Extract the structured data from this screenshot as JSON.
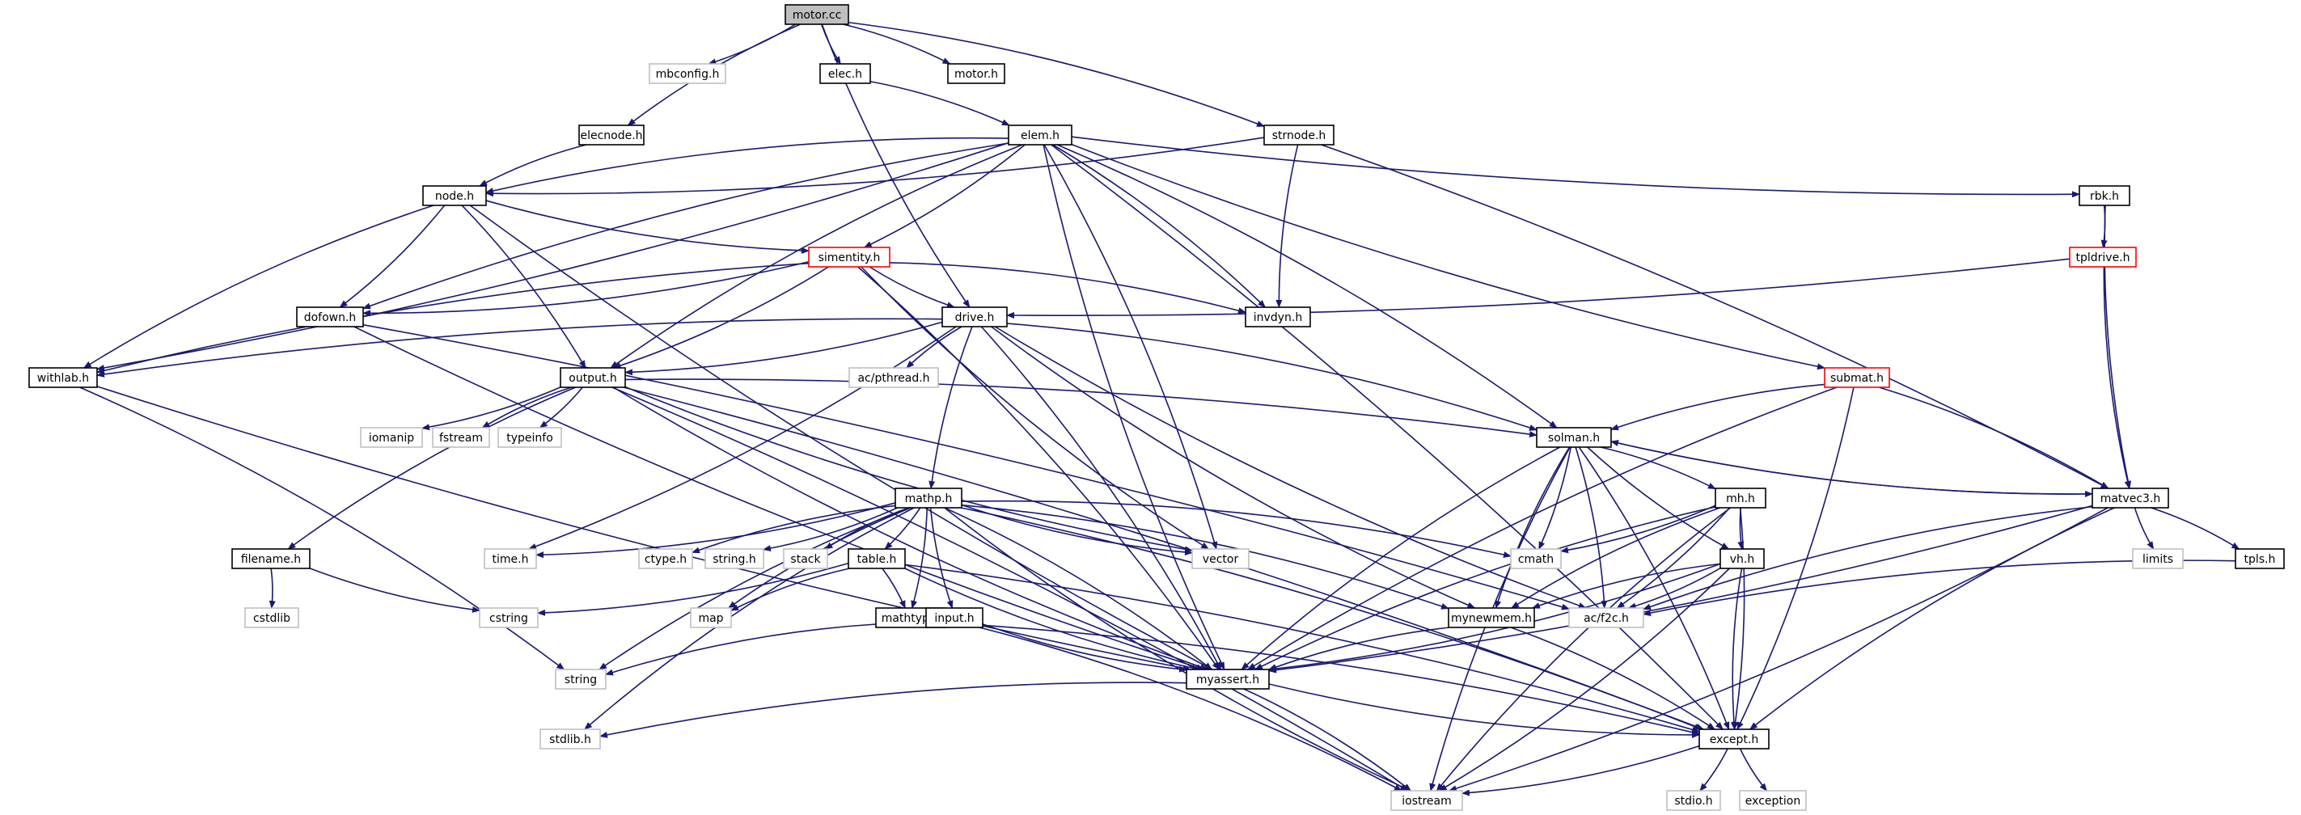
{
  "colors": {
    "edge": "#191970",
    "node_border": "#000000",
    "focus_fill": "#bfbfbf",
    "external_border": "#bfbfbf",
    "external_text": "#404040",
    "incomplete_border": "#ff0000"
  },
  "nodes": [
    {
      "id": "motor_cc",
      "label": "motor.cc",
      "kind": "focus"
    },
    {
      "id": "mbconfig_h",
      "label": "mbconfig.h",
      "kind": "external"
    },
    {
      "id": "elec_h",
      "label": "elec.h",
      "kind": "normal"
    },
    {
      "id": "motor_h",
      "label": "motor.h",
      "kind": "normal"
    },
    {
      "id": "elecnode_h",
      "label": "elecnode.h",
      "kind": "normal"
    },
    {
      "id": "elem_h",
      "label": "elem.h",
      "kind": "normal"
    },
    {
      "id": "strnode_h",
      "label": "strnode.h",
      "kind": "normal"
    },
    {
      "id": "node_h",
      "label": "node.h",
      "kind": "normal"
    },
    {
      "id": "rbk_h",
      "label": "rbk.h",
      "kind": "normal"
    },
    {
      "id": "simentity_h",
      "label": "simentity.h",
      "kind": "incomplete"
    },
    {
      "id": "tpldrive_h",
      "label": "tpldrive.h",
      "kind": "incomplete"
    },
    {
      "id": "dofown_h",
      "label": "dofown.h",
      "kind": "normal"
    },
    {
      "id": "drive_h",
      "label": "drive.h",
      "kind": "normal"
    },
    {
      "id": "invdyn_h",
      "label": "invdyn.h",
      "kind": "normal"
    },
    {
      "id": "withlab_h",
      "label": "withlab.h",
      "kind": "normal"
    },
    {
      "id": "output_h",
      "label": "output.h",
      "kind": "normal"
    },
    {
      "id": "ac_pthread_h",
      "label": "ac/pthread.h",
      "kind": "external"
    },
    {
      "id": "submat_h",
      "label": "submat.h",
      "kind": "incomplete"
    },
    {
      "id": "iomanip",
      "label": "iomanip",
      "kind": "external"
    },
    {
      "id": "fstream",
      "label": "fstream",
      "kind": "external"
    },
    {
      "id": "typeinfo",
      "label": "typeinfo",
      "kind": "external"
    },
    {
      "id": "solman_h",
      "label": "solman.h",
      "kind": "normal"
    },
    {
      "id": "mathp_h",
      "label": "mathp.h",
      "kind": "normal"
    },
    {
      "id": "mh_h",
      "label": "mh.h",
      "kind": "normal"
    },
    {
      "id": "matvec3_h",
      "label": "matvec3.h",
      "kind": "normal"
    },
    {
      "id": "filename_h",
      "label": "filename.h",
      "kind": "normal"
    },
    {
      "id": "time_h",
      "label": "time.h",
      "kind": "external"
    },
    {
      "id": "ctype_h",
      "label": "ctype.h",
      "kind": "external"
    },
    {
      "id": "string_h",
      "label": "string.h",
      "kind": "external"
    },
    {
      "id": "stack",
      "label": "stack",
      "kind": "external"
    },
    {
      "id": "table_h",
      "label": "table.h",
      "kind": "normal"
    },
    {
      "id": "vector",
      "label": "vector",
      "kind": "external"
    },
    {
      "id": "cmath",
      "label": "cmath",
      "kind": "external"
    },
    {
      "id": "vh_h",
      "label": "vh.h",
      "kind": "normal"
    },
    {
      "id": "limits",
      "label": "limits",
      "kind": "external"
    },
    {
      "id": "tpls_h",
      "label": "tpls.h",
      "kind": "normal"
    },
    {
      "id": "cstdlib",
      "label": "cstdlib",
      "kind": "external"
    },
    {
      "id": "cstring",
      "label": "cstring",
      "kind": "external"
    },
    {
      "id": "map",
      "label": "map",
      "kind": "external"
    },
    {
      "id": "mathtyp_h",
      "label": "mathtyp.h",
      "kind": "normal"
    },
    {
      "id": "input_h",
      "label": "input.h",
      "kind": "normal"
    },
    {
      "id": "mynewmem_h",
      "label": "mynewmem.h",
      "kind": "normal"
    },
    {
      "id": "ac_f2c_h",
      "label": "ac/f2c.h",
      "kind": "external"
    },
    {
      "id": "string",
      "label": "string",
      "kind": "external"
    },
    {
      "id": "myassert_h",
      "label": "myassert.h",
      "kind": "normal"
    },
    {
      "id": "stdlib_h",
      "label": "stdlib.h",
      "kind": "external"
    },
    {
      "id": "except_h",
      "label": "except.h",
      "kind": "normal"
    },
    {
      "id": "stdio_h",
      "label": "stdio.h",
      "kind": "external"
    },
    {
      "id": "exception",
      "label": "exception",
      "kind": "external"
    },
    {
      "id": "iostream",
      "label": "iostream",
      "kind": "external"
    }
  ],
  "edges": [
    [
      "motor_cc",
      "mbconfig_h"
    ],
    [
      "motor_cc",
      "elec_h"
    ],
    [
      "motor_cc",
      "motor_h"
    ],
    [
      "motor_cc",
      "elecnode_h"
    ],
    [
      "motor_cc",
      "strnode_h"
    ],
    [
      "motor_cc",
      "drive_h"
    ],
    [
      "elec_h",
      "elem_h"
    ],
    [
      "elecnode_h",
      "node_h"
    ],
    [
      "strnode_h",
      "node_h"
    ],
    [
      "strnode_h",
      "invdyn_h"
    ],
    [
      "strnode_h",
      "matvec3_h"
    ],
    [
      "elem_h",
      "node_h"
    ],
    [
      "elem_h",
      "simentity_h"
    ],
    [
      "elem_h",
      "dofown_h"
    ],
    [
      "elem_h",
      "withlab_h"
    ],
    [
      "elem_h",
      "output_h"
    ],
    [
      "elem_h",
      "invdyn_h"
    ],
    [
      "elem_h",
      "rbk_h"
    ],
    [
      "elem_h",
      "solman_h"
    ],
    [
      "elem_h",
      "submat_h"
    ],
    [
      "elem_h",
      "vector"
    ],
    [
      "elem_h",
      "myassert_h"
    ],
    [
      "elem_h",
      "except_h"
    ],
    [
      "node_h",
      "simentity_h"
    ],
    [
      "node_h",
      "dofown_h"
    ],
    [
      "node_h",
      "withlab_h"
    ],
    [
      "node_h",
      "output_h"
    ],
    [
      "node_h",
      "myassert_h"
    ],
    [
      "rbk_h",
      "tpldrive_h"
    ],
    [
      "rbk_h",
      "matvec3_h"
    ],
    [
      "tpldrive_h",
      "drive_h"
    ],
    [
      "tpldrive_h",
      "matvec3_h"
    ],
    [
      "simentity_h",
      "dofown_h"
    ],
    [
      "simentity_h",
      "drive_h"
    ],
    [
      "simentity_h",
      "invdyn_h"
    ],
    [
      "simentity_h",
      "withlab_h"
    ],
    [
      "simentity_h",
      "output_h"
    ],
    [
      "simentity_h",
      "vector"
    ],
    [
      "simentity_h",
      "myassert_h"
    ],
    [
      "dofown_h",
      "myassert_h"
    ],
    [
      "dofown_h",
      "ac_f2c_h"
    ],
    [
      "drive_h",
      "withlab_h"
    ],
    [
      "drive_h",
      "output_h"
    ],
    [
      "drive_h",
      "ac_pthread_h"
    ],
    [
      "drive_h",
      "solman_h"
    ],
    [
      "drive_h",
      "mathp_h"
    ],
    [
      "drive_h",
      "time_h"
    ],
    [
      "drive_h",
      "mynewmem_h"
    ],
    [
      "drive_h",
      "myassert_h"
    ],
    [
      "drive_h",
      "ac_f2c_h"
    ],
    [
      "withlab_h",
      "string"
    ],
    [
      "withlab_h",
      "myassert_h"
    ],
    [
      "output_h",
      "iomanip"
    ],
    [
      "output_h",
      "fstream"
    ],
    [
      "output_h",
      "typeinfo"
    ],
    [
      "output_h",
      "filename_h"
    ],
    [
      "output_h",
      "solman_h"
    ],
    [
      "output_h",
      "vector"
    ],
    [
      "output_h",
      "iostream"
    ],
    [
      "output_h",
      "myassert_h"
    ],
    [
      "output_h",
      "except_h"
    ],
    [
      "submat_h",
      "solman_h"
    ],
    [
      "submat_h",
      "matvec3_h"
    ],
    [
      "submat_h",
      "myassert_h"
    ],
    [
      "submat_h",
      "except_h"
    ],
    [
      "solman_h",
      "matvec3_h"
    ],
    [
      "solman_h",
      "mh_h"
    ],
    [
      "solman_h",
      "vh_h"
    ],
    [
      "solman_h",
      "cmath"
    ],
    [
      "solman_h",
      "mynewmem_h"
    ],
    [
      "solman_h",
      "ac_f2c_h"
    ],
    [
      "solman_h",
      "myassert_h"
    ],
    [
      "solman_h",
      "except_h"
    ],
    [
      "solman_h",
      "iostream"
    ],
    [
      "matvec3_h",
      "solman_h"
    ],
    [
      "matvec3_h",
      "limits"
    ],
    [
      "matvec3_h",
      "tpls_h"
    ],
    [
      "matvec3_h",
      "ac_f2c_h"
    ],
    [
      "matvec3_h",
      "myassert_h"
    ],
    [
      "matvec3_h",
      "except_h"
    ],
    [
      "matvec3_h",
      "iostream"
    ],
    [
      "mh_h",
      "vh_h"
    ],
    [
      "mh_h",
      "cmath"
    ],
    [
      "mh_h",
      "mynewmem_h"
    ],
    [
      "mh_h",
      "ac_f2c_h"
    ],
    [
      "mh_h",
      "myassert_h"
    ],
    [
      "mh_h",
      "except_h"
    ],
    [
      "mh_h",
      "iostream"
    ],
    [
      "vh_h",
      "ac_f2c_h"
    ],
    [
      "vh_h",
      "mynewmem_h"
    ],
    [
      "vh_h",
      "myassert_h"
    ],
    [
      "vh_h",
      "except_h"
    ],
    [
      "vh_h",
      "iostream"
    ],
    [
      "tpls_h",
      "ac_f2c_h"
    ],
    [
      "mathp_h",
      "time_h"
    ],
    [
      "mathp_h",
      "ctype_h"
    ],
    [
      "mathp_h",
      "string_h"
    ],
    [
      "mathp_h",
      "stack"
    ],
    [
      "mathp_h",
      "table_h"
    ],
    [
      "mathp_h",
      "vector"
    ],
    [
      "mathp_h",
      "cmath"
    ],
    [
      "mathp_h",
      "map"
    ],
    [
      "mathp_h",
      "mathtyp_h"
    ],
    [
      "mathp_h",
      "input_h"
    ],
    [
      "mathp_h",
      "mynewmem_h"
    ],
    [
      "mathp_h",
      "string"
    ],
    [
      "mathp_h",
      "myassert_h"
    ],
    [
      "mathp_h",
      "stdlib_h"
    ],
    [
      "mathp_h",
      "except_h"
    ],
    [
      "mathp_h",
      "iostream"
    ],
    [
      "filename_h",
      "cstdlib"
    ],
    [
      "filename_h",
      "cstring"
    ],
    [
      "table_h",
      "cstring"
    ],
    [
      "table_h",
      "map"
    ],
    [
      "table_h",
      "mathtyp_h"
    ],
    [
      "table_h",
      "myassert_h"
    ],
    [
      "table_h",
      "except_h"
    ],
    [
      "mathtyp_h",
      "string"
    ],
    [
      "mathtyp_h",
      "except_h"
    ],
    [
      "input_h",
      "myassert_h"
    ],
    [
      "input_h",
      "iostream"
    ],
    [
      "mynewmem_h",
      "myassert_h"
    ],
    [
      "mynewmem_h",
      "except_h"
    ],
    [
      "myassert_h",
      "stdlib_h"
    ],
    [
      "myassert_h",
      "iostream"
    ],
    [
      "myassert_h",
      "except_h"
    ],
    [
      "except_h",
      "stdio_h"
    ],
    [
      "except_h",
      "exception"
    ],
    [
      "except_h",
      "iostream"
    ]
  ]
}
